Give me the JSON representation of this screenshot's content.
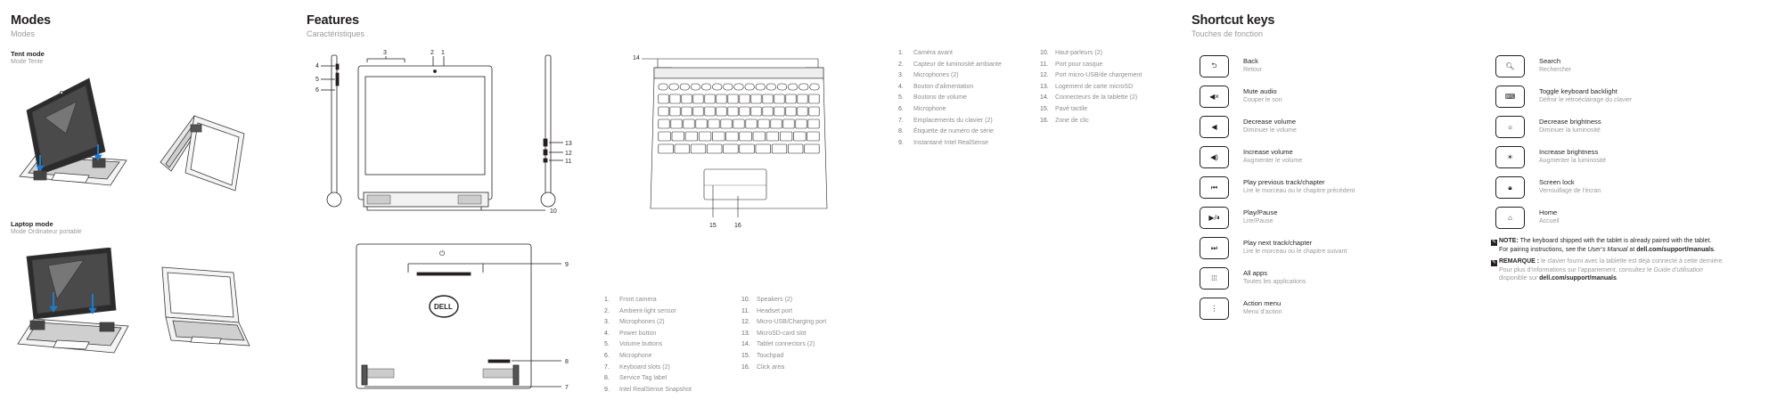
{
  "modes": {
    "title": "Modes",
    "subtitle": "Modes",
    "tent_title": "Tent mode",
    "tent_subtitle": "Mode Tente",
    "laptop_title": "Laptop mode",
    "laptop_subtitle": "Mode Ordinateur portable"
  },
  "features": {
    "title": "Features",
    "subtitle": "Caractéristiques",
    "logo_text": "DELL",
    "power_glyph": "⏻",
    "callouts": [
      "1",
      "2",
      "3",
      "4",
      "5",
      "6",
      "7",
      "8",
      "9",
      "10",
      "11",
      "12",
      "13",
      "14",
      "15",
      "16"
    ],
    "english_col1": [
      {
        "num": "1.",
        "text": "Front camera"
      },
      {
        "num": "2.",
        "text": "Ambient-light sensor"
      },
      {
        "num": "3.",
        "text": "Microphones (2)"
      },
      {
        "num": "4.",
        "text": "Power button"
      },
      {
        "num": "5.",
        "text": "Volume buttons"
      },
      {
        "num": "6.",
        "text": "Microphone"
      },
      {
        "num": "7.",
        "text": "Keyboard slots (2)"
      },
      {
        "num": "8.",
        "text": "Service Tag label"
      },
      {
        "num": "9.",
        "text": "Intel RealSense Snapshot"
      }
    ],
    "english_col2": [
      {
        "num": "10.",
        "text": "Speakers (2)"
      },
      {
        "num": "11.",
        "text": "Headset port"
      },
      {
        "num": "12.",
        "text": "Micro-USB/Charging port"
      },
      {
        "num": "13.",
        "text": "MicroSD-card slot"
      },
      {
        "num": "14.",
        "text": "Tablet connectors (2)"
      },
      {
        "num": "15.",
        "text": "Touchpad"
      },
      {
        "num": "16.",
        "text": "Click area"
      }
    ],
    "french_col1": [
      {
        "num": "1.",
        "text": "Caméra avant"
      },
      {
        "num": "2.",
        "text": "Capteur de luminosité ambiante"
      },
      {
        "num": "3.",
        "text": "Microphones (2)"
      },
      {
        "num": "4.",
        "text": "Bouton d’alimentation"
      },
      {
        "num": "5.",
        "text": "Boutons de volume"
      },
      {
        "num": "6.",
        "text": "Microphone"
      },
      {
        "num": "7.",
        "text": "Emplacements du clavier (2)"
      },
      {
        "num": "8.",
        "text": "Étiquette de numéro de série"
      },
      {
        "num": "9.",
        "text": "Instantané Intel RealSense"
      }
    ],
    "french_col2": [
      {
        "num": "10.",
        "text": "Haut-parleurs (2)"
      },
      {
        "num": "11.",
        "text": "Port pour casque"
      },
      {
        "num": "12.",
        "text": "Port micro-USB/de chargement"
      },
      {
        "num": "13.",
        "text": "Logement de carte microSD"
      },
      {
        "num": "14.",
        "text": "Connecteurs de la tablette (2)"
      },
      {
        "num": "15.",
        "text": "Pavé tactile"
      },
      {
        "num": "16.",
        "text": "Zone de clic"
      }
    ]
  },
  "shortcuts": {
    "title": "Shortcut keys",
    "subtitle": "Touches de fonction",
    "left": [
      {
        "icon": "back-icon",
        "glyph": "⮌",
        "label": "Back",
        "sub": "Retour"
      },
      {
        "icon": "mute-icon",
        "glyph": "◀×",
        "label": "Mute audio",
        "sub": "Couper le son"
      },
      {
        "icon": "volume-down-icon",
        "glyph": "◀",
        "label": "Decrease volume",
        "sub": "Diminuer le volume"
      },
      {
        "icon": "volume-up-icon",
        "glyph": "◀)",
        "label": "Increase volume",
        "sub": "Augmenter le volume"
      },
      {
        "icon": "previous-track-icon",
        "glyph": "⏮",
        "label": "Play previous track/chapter",
        "sub": "Lire le morceau ou le chapitre précédent"
      },
      {
        "icon": "play-pause-icon",
        "glyph": "▶/⏸",
        "label": "Play/Pause",
        "sub": "Lire/Pause"
      },
      {
        "icon": "next-track-icon",
        "glyph": "⏭",
        "label": "Play next track/chapter",
        "sub": "Lire le morceau ou le chapitre suivant"
      },
      {
        "icon": "all-apps-icon",
        "glyph": "⁞⁞⁞",
        "label": "All apps",
        "sub": "Toutes les applications"
      },
      {
        "icon": "action-menu-icon",
        "glyph": "⋮",
        "label": "Action menu",
        "sub": "Menu d’action"
      }
    ],
    "right": [
      {
        "icon": "search-icon",
        "glyph": "🔍︎",
        "label": "Search",
        "sub": "Rechercher"
      },
      {
        "icon": "keyboard-backlight-icon",
        "glyph": "⌨",
        "label": "Toggle keyboard backlight",
        "sub": "Définir le rétroéclairage du clavier"
      },
      {
        "icon": "brightness-down-icon",
        "glyph": "☼",
        "label": "Decrease brightness",
        "sub": "Diminuer la luminosité"
      },
      {
        "icon": "brightness-up-icon",
        "glyph": "☀",
        "label": "Increase brightness",
        "sub": "Augmenter la luminosité"
      },
      {
        "icon": "lock-icon",
        "glyph": "🔒︎",
        "label": "Screen lock",
        "sub": "Verrouillage de l’écran"
      },
      {
        "icon": "home-icon",
        "glyph": "⌂",
        "label": "Home",
        "sub": "Accueil"
      }
    ],
    "note_en": {
      "label": "NOTE:",
      "text1": " The keyboard shipped with the tablet is already paired with the tablet.",
      "text2": "For pairing instructions, see the ",
      "manual": "User’s Manual",
      "text3": " at ",
      "url": "dell.com/support/manuals",
      "end": "."
    },
    "note_fr": {
      "label": "REMARQUE :",
      "text1": " le clavier fourni avec la tablette est déjà connecté à cette dernière.",
      "text2": "Pour plus d’informations sur l’appariement, consultez le ",
      "manual": "Guide d’utilisation",
      "text3": " disponible sur ",
      "url": "dell.com/support/manuals",
      "end": "."
    }
  }
}
